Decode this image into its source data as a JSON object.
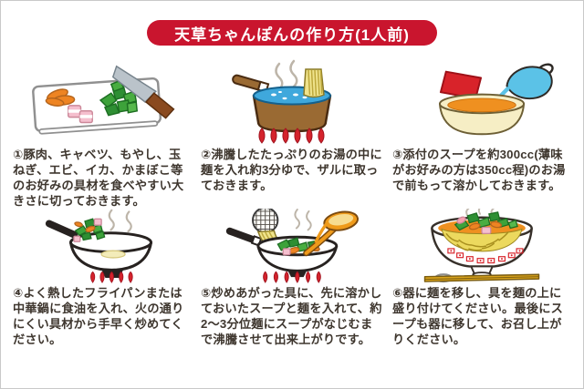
{
  "title": "天草ちゃんぽんの作り方(1人前)",
  "steps": [
    {
      "number": "①",
      "text": "①豚肉、キャベツ、もやし、玉ねぎ、エビ、イカ、かまぼこ等のお好みの具材を食べやすい大きさに切っておきます。",
      "illustration": "cutting-board-with-knife-and-chopped-ingredients"
    },
    {
      "number": "②",
      "text": "②沸騰したたっぷりのお湯の中に麺を入れ約3分ゆで、ザルに取っておきます。",
      "illustration": "pot-of-boiling-water-with-noodles"
    },
    {
      "number": "③",
      "text": "③添付のスープを約300cc(薄味がお好みの方は350cc程)のお湯で前もって溶かしておきます。",
      "illustration": "soup-packet-and-hot-water-poured-into-bowl"
    },
    {
      "number": "④",
      "text": "④よく熱したフライパンまたは中華鍋に食油を入れ、火の通りにくい具材から手早く炒めてください。",
      "illustration": "wok-stir-frying-vegetables-over-flame"
    },
    {
      "number": "⑤",
      "text": "⑤炒めあがった具に、先に溶かしておいたスープと麺を入れて、約2～3分位麺にスープがなじむまで沸騰させて出来上がりです。",
      "illustration": "wok-with-noodles-from-strainer-and-soup-ladle"
    },
    {
      "number": "⑥",
      "text": "⑥器に麺を移し、具を麺の上に盛り付けてください。最後にスープも器に移して、お召し上がりください。",
      "illustration": "finished-champon-bowl-with-chopsticks"
    }
  ],
  "colors": {
    "banner_red": "#c9152e",
    "flame_red": "#d5232c",
    "packet_red": "#d8232a",
    "water_blue": "#3fa8dc",
    "cup_blue": "#5bc2e7",
    "soup_orange": "#ef9020",
    "noodle_yellow": "#ecd95e",
    "pot_brown": "#9a6a33",
    "vegetable_green": "#3da23a",
    "meat_pink": "#f5bfce",
    "carrot_orange": "#ee8422",
    "chopstick_tan": "#d9a31c",
    "cream_bowl": "#f6eec5",
    "text_dark": "#3e362e",
    "border_gray": "#c9c9c9"
  }
}
